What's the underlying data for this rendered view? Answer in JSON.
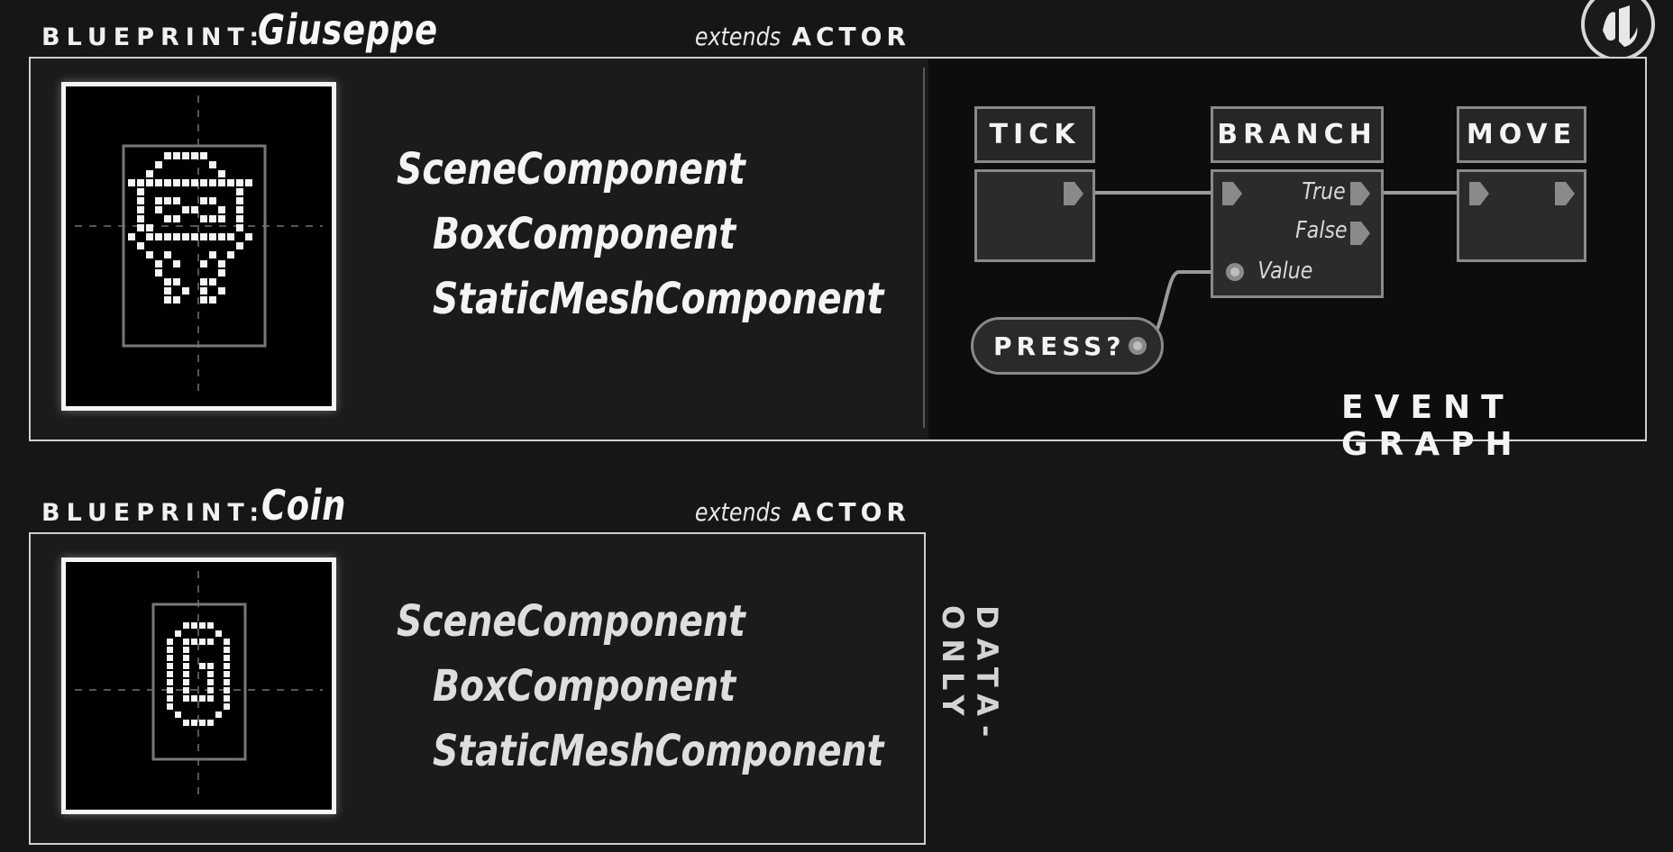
{
  "blueprints": [
    {
      "label": "BLUEPRINT:",
      "name": "Giuseppe",
      "extends_word": "extends",
      "extends_class": "ACTOR",
      "components": [
        "SceneComponent",
        "BoxComponent",
        "StaticMeshComponent"
      ],
      "event_graph": {
        "title": "EVENT GRAPH",
        "nodes": {
          "tick": "TICK",
          "branch": "BRANCH",
          "move": "MOVE",
          "press": "PRESS?"
        },
        "pins": {
          "true": "True",
          "false": "False",
          "value": "Value"
        }
      }
    },
    {
      "label": "BLUEPRINT:",
      "name": "Coin",
      "extends_word": "extends",
      "extends_class": "ACTOR",
      "components": [
        "SceneComponent",
        "BoxComponent",
        "StaticMeshComponent"
      ],
      "side_label": "DATA-ONLY"
    }
  ],
  "logo_icon": "unreal-engine-logo-icon",
  "colors": {
    "background": "#161616",
    "panel_border": "#cfcfcf",
    "node_border": "#8a8a8a",
    "wire": "#9a9a9a"
  }
}
